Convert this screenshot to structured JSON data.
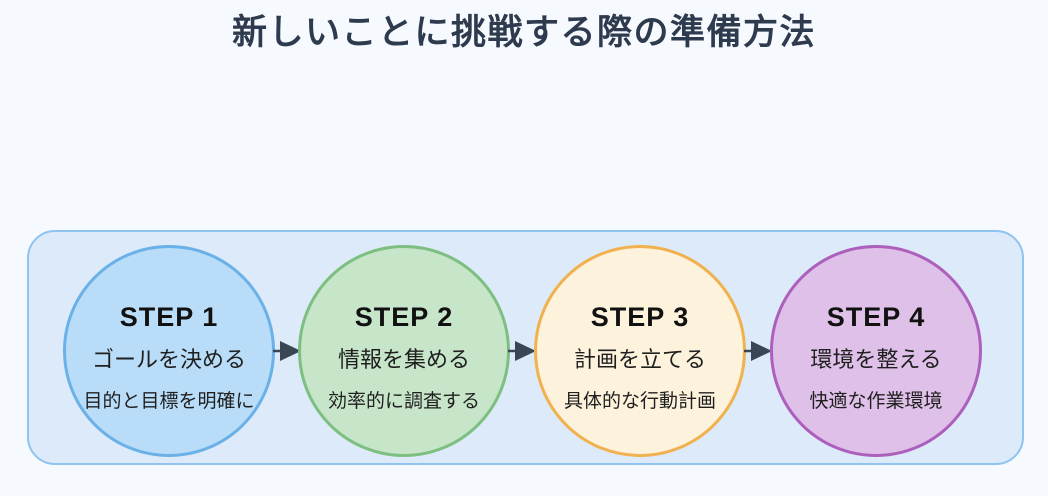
{
  "page": {
    "title": "新しいことに挑戦する際の準備方法",
    "background": "#F6F9FD",
    "title_color": "#2E3B4E"
  },
  "panel": {
    "fill": "#DCEAF9",
    "border": "#8EC4EF"
  },
  "arrow": {
    "color": "#3A4654"
  },
  "flow": {
    "steps": [
      {
        "label": "STEP 1",
        "title": "ゴールを決める",
        "subtitle": "目的と目標を明確に",
        "fill": "#B9DDF8",
        "border": "#6AB1E7"
      },
      {
        "label": "STEP 2",
        "title": "情報を集める",
        "subtitle": "効率的に調査する",
        "fill": "#C7E5C9",
        "border": "#7CBF80"
      },
      {
        "label": "STEP 3",
        "title": "計画を立てる",
        "subtitle": "具体的な行動計画",
        "fill": "#FDF2DC",
        "border": "#F2B14F"
      },
      {
        "label": "STEP 4",
        "title": "環境を整える",
        "subtitle": "快適な作業環境",
        "fill": "#DFC0E8",
        "border": "#AC60BC"
      }
    ]
  }
}
